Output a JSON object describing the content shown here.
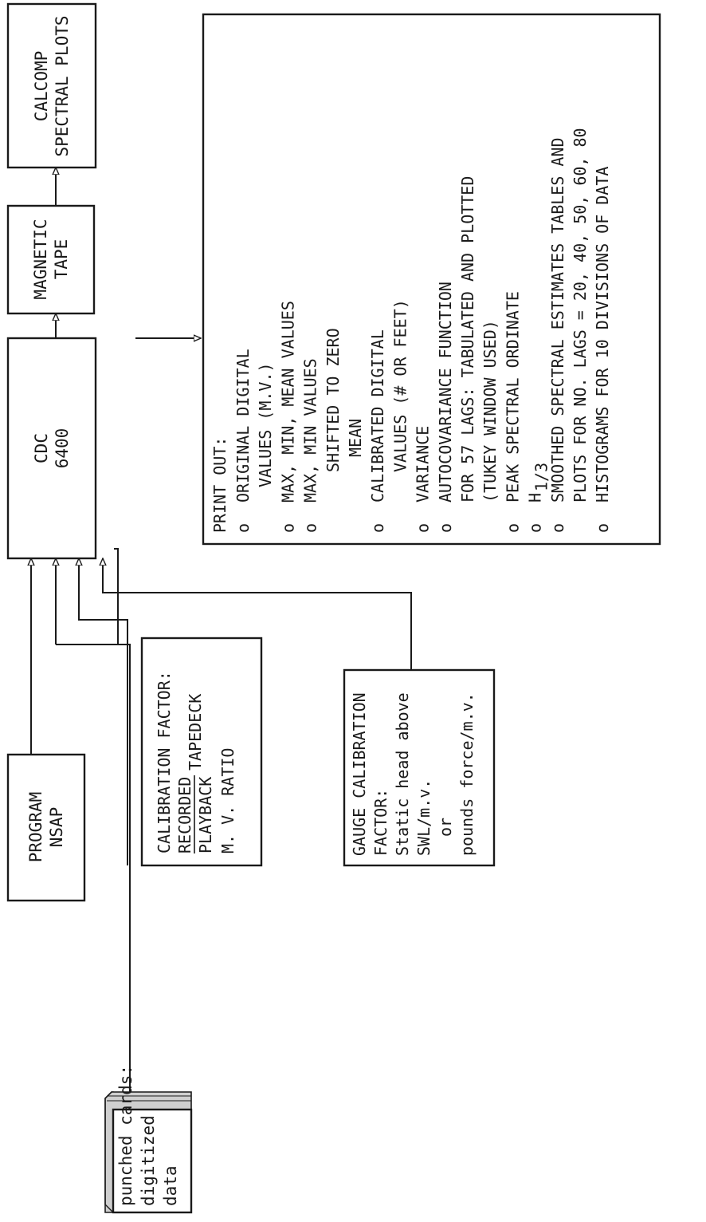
{
  "diagram": {
    "punched_cards": {
      "lines": [
        "punched cards:",
        "digitized",
        "data"
      ]
    },
    "program": {
      "lines": [
        "PROGRAM",
        "NSAP"
      ]
    },
    "calibration_factor": {
      "lines": [
        "CALIBRATION FACTOR:",
        "RECORDED TAPEDECK",
        "PLAYBACK",
        "M. V. RATIO"
      ],
      "fraction_numerator": "RECORDED",
      "fraction_denominator": "PLAYBACK",
      "fraction_suffix": "TAPEDECK"
    },
    "gauge_calibration": {
      "lines": [
        "GAUGE CALIBRATION",
        "FACTOR:",
        "Static head above",
        "SWL/m.v.",
        "or",
        "pounds force/m.v."
      ]
    },
    "cdc": {
      "lines": [
        "CDC",
        "6400"
      ]
    },
    "magnetic_tape": {
      "lines": [
        "MAGNETIC",
        "TAPE"
      ]
    },
    "calcomp": {
      "lines": [
        "CALCOMP",
        "SPECTRAL PLOTS"
      ]
    },
    "print_out": {
      "title": "PRINT OUT:",
      "bullet": "o",
      "items": [
        {
          "bullet": true,
          "indent": 0,
          "text": "ORIGINAL DIGITAL"
        },
        {
          "bullet": false,
          "indent": 1,
          "text": "VALUES (M.V.)"
        },
        {
          "bullet": true,
          "indent": 0,
          "text": "MAX, MIN, MEAN VALUES"
        },
        {
          "bullet": true,
          "indent": 0,
          "text": "MAX, MIN VALUES"
        },
        {
          "bullet": false,
          "indent": 2,
          "text": "SHIFTED TO ZERO"
        },
        {
          "bullet": false,
          "indent": 3,
          "text": "MEAN"
        },
        {
          "bullet": true,
          "indent": 0,
          "text": "CALIBRATED DIGITAL"
        },
        {
          "bullet": false,
          "indent": 2,
          "text": "VALUES (# OR FEET)"
        },
        {
          "bullet": true,
          "indent": 0,
          "text": "VARIANCE"
        },
        {
          "bullet": true,
          "indent": 0,
          "text": "AUTOCOVARIANCE FUNCTION"
        },
        {
          "bullet": false,
          "indent": 0,
          "text": "FOR 57 LAGS: TABULATED AND PLOTTED"
        },
        {
          "bullet": false,
          "indent": 0,
          "text": "(TUKEY WINDOW USED)"
        },
        {
          "bullet": true,
          "indent": 0,
          "text": "PEAK SPECTRAL ORDINATE"
        },
        {
          "bullet": true,
          "indent": 0,
          "text": "H",
          "sub": "1/3"
        },
        {
          "bullet": true,
          "indent": 0,
          "text": "SMOOTHED SPECTRAL ESTIMATES TABLES AND"
        },
        {
          "bullet": false,
          "indent": 0,
          "text": "PLOTS FOR NO. LAGS = 20, 40, 50, 60, 80"
        },
        {
          "bullet": true,
          "indent": 0,
          "text": "HISTOGRAMS FOR 10 DIVISIONS OF DATA"
        }
      ]
    }
  }
}
